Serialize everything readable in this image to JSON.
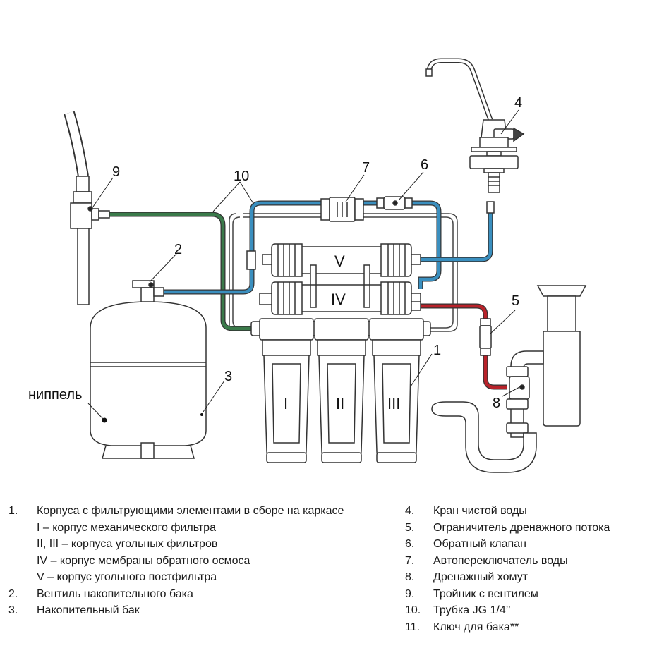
{
  "callouts": {
    "c1": "1",
    "c2": "2",
    "c3": "3",
    "c4": "4",
    "c5": "5",
    "c6": "6",
    "c7": "7",
    "c8": "8",
    "c9": "9",
    "c10": "10"
  },
  "nipple_label": "ниппель",
  "housings": {
    "I": "I",
    "II": "II",
    "III": "III",
    "IV": "IV",
    "V": "V"
  },
  "legend": {
    "left": [
      {
        "num": "1.",
        "text": "Корпуса с фильтрующими элементами в сборе на каркасе"
      },
      {
        "num": "",
        "text": "I – корпус механического фильтра"
      },
      {
        "num": "",
        "text": "II, III – корпуса угольных фильтров"
      },
      {
        "num": "",
        "text": "IV – корпус мембраны обратного осмоса"
      },
      {
        "num": "",
        "text": "V – корпус угольного постфильтра"
      },
      {
        "num": "2.",
        "text": "Вентиль накопительного бака"
      },
      {
        "num": "3.",
        "text": "Накопительный бак"
      }
    ],
    "right": [
      {
        "num": "4.",
        "text": "Кран чистой воды"
      },
      {
        "num": "5.",
        "text": "Ограничитель дренажного потока"
      },
      {
        "num": "6.",
        "text": "Обратный клапан"
      },
      {
        "num": "7.",
        "text": "Автопереключатель воды"
      },
      {
        "num": "8.",
        "text": "Дренажный хомут"
      },
      {
        "num": "9.",
        "text": "Тройник с вентилем"
      },
      {
        "num": "10.",
        "text": "Трубка JG 1/4’’"
      },
      {
        "num": "11.",
        "text": "Ключ для бака**"
      }
    ]
  },
  "colors": {
    "green_tube": "#3a7a4a",
    "blue_tube": "#3a8fbf",
    "red_tube": "#b8222a",
    "outline": "#333333"
  }
}
